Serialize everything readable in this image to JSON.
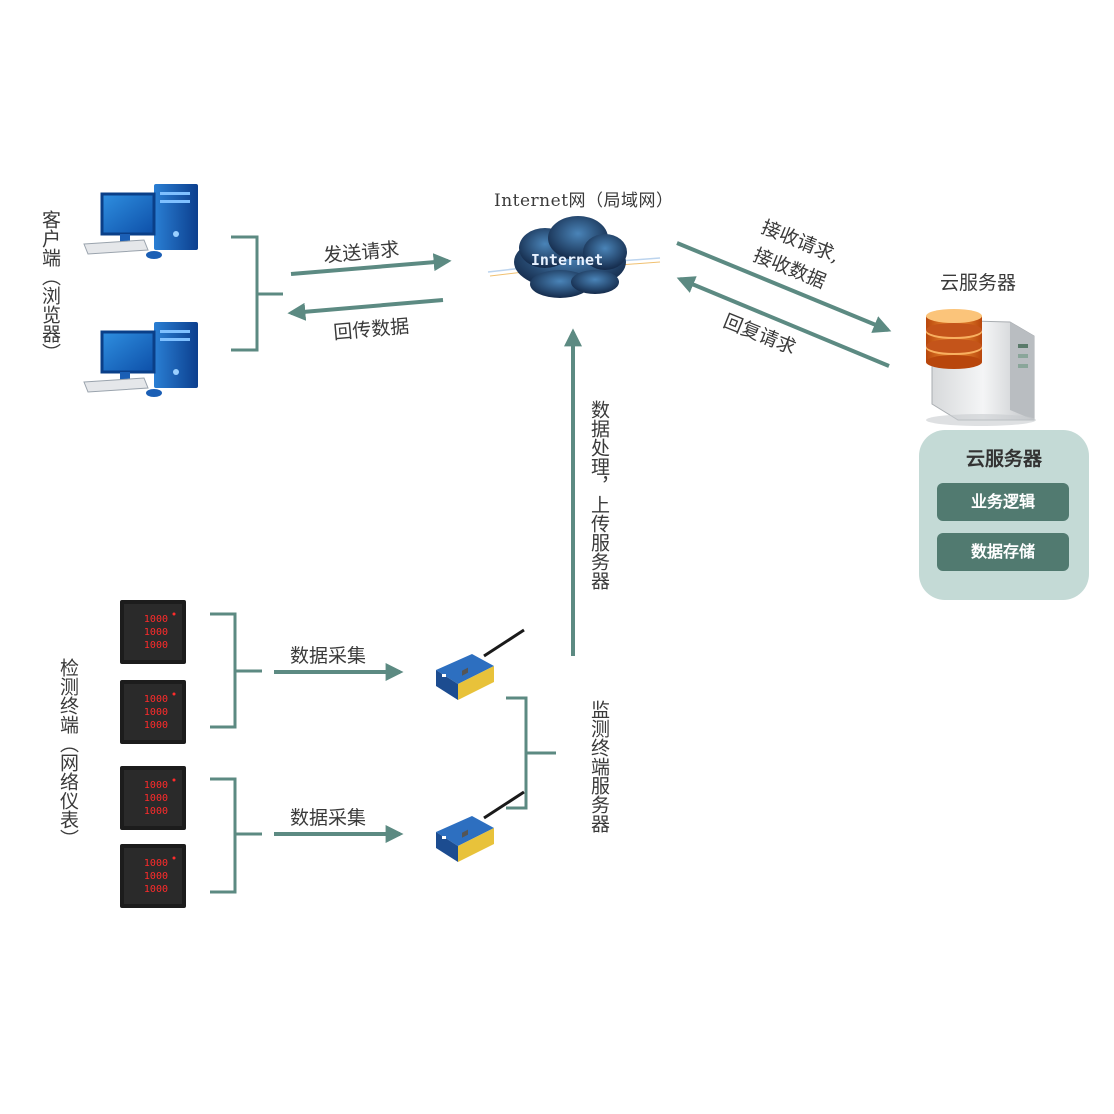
{
  "client_label": "客户端（浏览器）",
  "internet": {
    "title": "Internet网（局域网）",
    "cloud_text": "Internet"
  },
  "arrows": {
    "send_request": "发送请求",
    "return_data": "回传数据",
    "receive_line1": "接收请求,",
    "receive_line2": "接收数据",
    "reply_request": "回复请求",
    "upload": "数据处理，上传服务器",
    "collect_top": "数据采集",
    "collect_bottom": "数据采集"
  },
  "cloud_server": {
    "title": "云服务器",
    "panel_title": "云服务器",
    "buttons": [
      "业务逻辑",
      "数据存储"
    ]
  },
  "monitor_label": "检测终端（网络仪表）",
  "monitor_server_label": "监测终端服务器",
  "meter_readout": "1000",
  "colors": {
    "arrow": "#5c8a82",
    "panel_bg": "#c4dad6",
    "panel_button": "#517a70"
  }
}
